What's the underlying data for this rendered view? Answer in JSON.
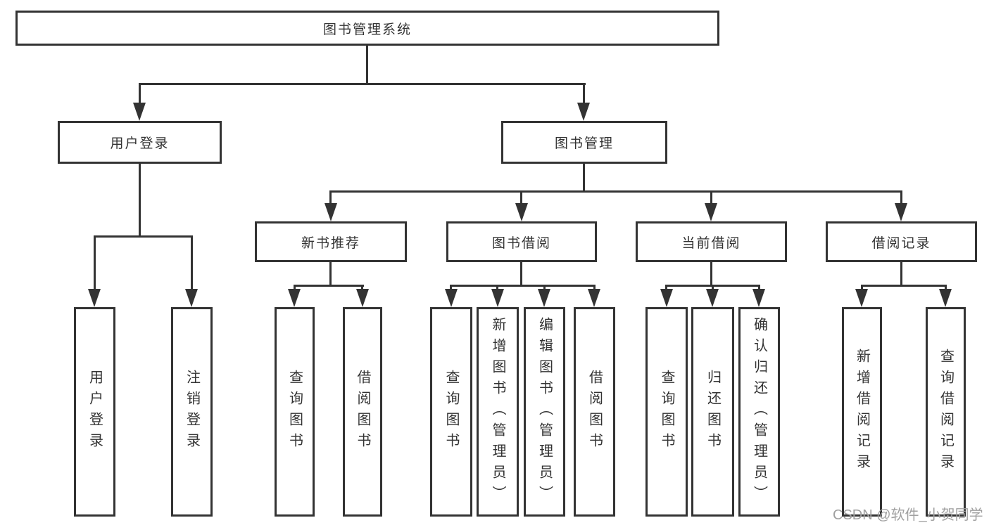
{
  "diagram": {
    "title": "图书管理系统",
    "root": {
      "label": "图书管理系统"
    },
    "branches": [
      {
        "label": "用户登录",
        "children": [
          "用户登录",
          "注销登录"
        ]
      },
      {
        "label": "图书管理",
        "groups": [
          {
            "label": "新书推荐",
            "children": [
              "查询图书",
              "借阅图书"
            ]
          },
          {
            "label": "图书借阅",
            "children": [
              "查询图书",
              "新增图书（管理员）",
              "编辑图书（管理员）",
              "借阅图书"
            ]
          },
          {
            "label": "当前借阅",
            "children": [
              "查询图书",
              "归还图书",
              "确认归还（管理员）"
            ]
          },
          {
            "label": "借阅记录",
            "children": [
              "新增借阅记录",
              "查询借阅记录"
            ]
          }
        ]
      }
    ]
  },
  "watermark": {
    "text": "CSDN @软件_小贺同学",
    "color": "#a0a0a0"
  },
  "colors": {
    "background": "#ffffff",
    "box_border": "#333333",
    "line": "#333333",
    "text": "#333333"
  }
}
